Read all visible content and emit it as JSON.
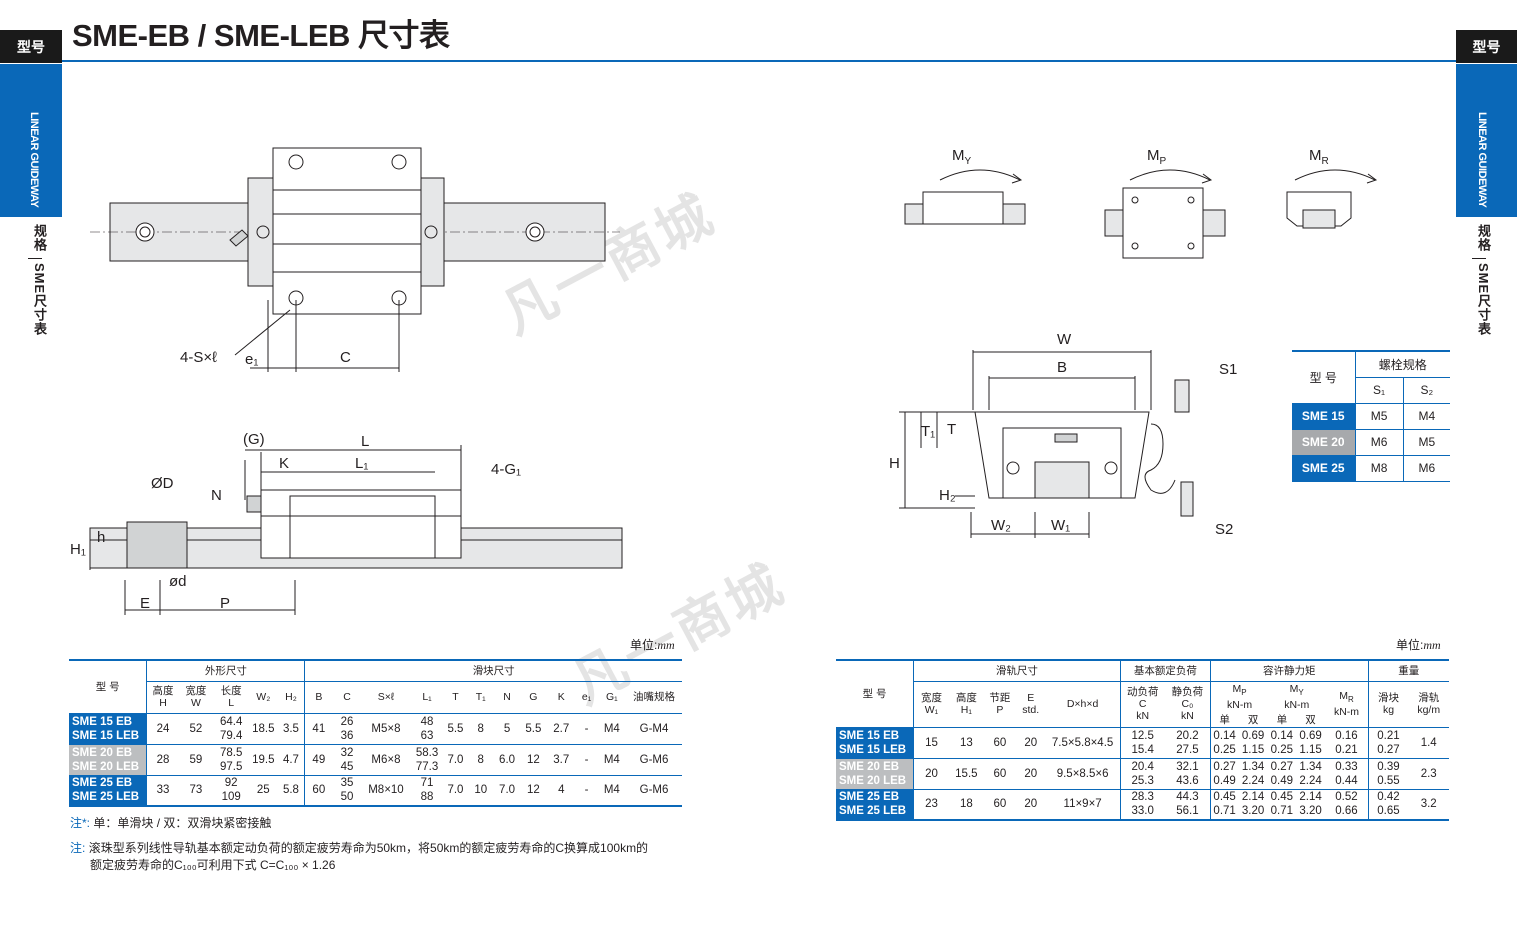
{
  "header": {
    "tab_left": "型号",
    "tab_right": "型号",
    "title": "SME-EB / SME-LEB 尺寸表"
  },
  "side": {
    "blue_text": "LINEAR GUIDEWAY",
    "cn_top": "规格",
    "cn_bottom": "SME尺寸表"
  },
  "watermark": "凡一商城",
  "drawing_labels": {
    "top_view": {
      "s_hole": "4-S×ℓ",
      "e1": "e₁",
      "c": "C"
    },
    "side_view": {
      "g": "(G)",
      "l": "L",
      "l1": "L₁",
      "k": "K",
      "g1": "4-G₁",
      "d_big": "ØD",
      "n": "N",
      "h_small": "h",
      "h1": "H₁",
      "d_small": "ød",
      "e": "E",
      "p": "P"
    },
    "moments": {
      "my": "M",
      "my_sub": "Y",
      "mp": "M",
      "mp_sub": "P",
      "mr": "M",
      "mr_sub": "R"
    },
    "front_view": {
      "w": "W",
      "b": "B",
      "s1": "S1",
      "s2": "S2",
      "t1": "T₁",
      "t": "T",
      "h": "H",
      "h2": "H₂",
      "w2": "W₂",
      "w1": "W₁"
    }
  },
  "bolt_table": {
    "model_header": "型 号",
    "spec_header": "螺栓规格",
    "s1": "S₁",
    "s2": "S₂",
    "rows": [
      {
        "model": "SME 15",
        "s1": "M5",
        "s2": "M4",
        "gray": false
      },
      {
        "model": "SME 20",
        "s1": "M6",
        "s2": "M5",
        "gray": true
      },
      {
        "model": "SME 25",
        "s1": "M8",
        "s2": "M6",
        "gray": false
      }
    ]
  },
  "unit_label": "单位:",
  "unit_value": "mm",
  "table_left": {
    "model_header": "型 号",
    "group_outer": "外形尺寸",
    "group_block": "滑块尺寸",
    "cols": [
      "高度",
      "H",
      "宽度",
      "W",
      "长度",
      "L",
      "W₂",
      "H₂",
      "B",
      "C",
      "S×ℓ",
      "L₁",
      "T",
      "T₁",
      "N",
      "G",
      "K",
      "e₁",
      "G₁",
      "油嘴规格"
    ],
    "rows": [
      {
        "m1": "SME 15 EB",
        "m2": "SME 15 LEB",
        "gray": false,
        "H": "24",
        "W": "52",
        "L1": "64.4",
        "L2": "79.4",
        "W2": "18.5",
        "H2": "3.5",
        "B": "41",
        "C1": "26",
        "C2": "36",
        "S": "M5×8",
        "La": "48",
        "Lb": "63",
        "T": "5.5",
        "T1": "8",
        "N": "5",
        "G": "5.5",
        "K": "2.7",
        "e1": "-",
        "G1": "M4",
        "oil": "G-M4"
      },
      {
        "m1": "SME 20 EB",
        "m2": "SME 20 LEB",
        "gray": true,
        "H": "28",
        "W": "59",
        "L1": "78.5",
        "L2": "97.5",
        "W2": "19.5",
        "H2": "4.7",
        "B": "49",
        "C1": "32",
        "C2": "45",
        "S": "M6×8",
        "La": "58.3",
        "Lb": "77.3",
        "T": "7.0",
        "T1": "8",
        "N": "6.0",
        "G": "12",
        "K": "3.7",
        "e1": "-",
        "G1": "M4",
        "oil": "G-M6"
      },
      {
        "m1": "SME 25 EB",
        "m2": "SME 25 LEB",
        "gray": false,
        "H": "33",
        "W": "73",
        "L1": "92",
        "L2": "109",
        "W2": "25",
        "H2": "5.8",
        "B": "60",
        "C1": "35",
        "C2": "50",
        "S": "M8×10",
        "La": "71",
        "Lb": "88",
        "T": "7.0",
        "T1": "10",
        "N": "7.0",
        "G": "12",
        "K": "4",
        "e1": "-",
        "G1": "M4",
        "oil": "G-M6"
      }
    ]
  },
  "table_right": {
    "model_header": "型 号",
    "group_rail": "滑轨尺寸",
    "group_load": "基本额定负荷",
    "group_moment": "容许静力矩",
    "group_weight": "重量",
    "cols": [
      "宽度",
      "W₁",
      "高度",
      "H₁",
      "节距",
      "P",
      "E",
      "std.",
      "D×h×d",
      "动负荷",
      "C",
      "kN",
      "静负荷",
      "C₀",
      "kN",
      "M",
      "P",
      "kN-m",
      "M",
      "Y",
      "kN-m",
      "M",
      "R",
      "kN-m",
      "滑块",
      "kg",
      "滑轨",
      "kg/m",
      "单",
      "双",
      "单",
      "双"
    ],
    "rows": [
      {
        "m1": "SME 15 EB",
        "m2": "SME 15 LEB",
        "gray": false,
        "W1": "15",
        "H1": "13",
        "P": "60",
        "E": "20",
        "D": "7.5×5.8×4.5",
        "Ca": "12.5",
        "Cb": "15.4",
        "C0a": "20.2",
        "C0b": "27.5",
        "mp_sa": "0.14",
        "mp_sb": "0.25",
        "mp_da": "0.69",
        "mp_db": "1.15",
        "my_sa": "0.14",
        "my_sb": "0.25",
        "my_da": "0.69",
        "my_db": "1.15",
        "mra": "0.16",
        "mrb": "0.21",
        "blka": "0.21",
        "blkb": "0.27",
        "rail": "1.4"
      },
      {
        "m1": "SME 20 EB",
        "m2": "SME 20 LEB",
        "gray": true,
        "W1": "20",
        "H1": "15.5",
        "P": "60",
        "E": "20",
        "D": "9.5×8.5×6",
        "Ca": "20.4",
        "Cb": "25.3",
        "C0a": "32.1",
        "C0b": "43.6",
        "mp_sa": "0.27",
        "mp_sb": "0.49",
        "mp_da": "1.34",
        "mp_db": "2.24",
        "my_sa": "0.27",
        "my_sb": "0.49",
        "my_da": "1.34",
        "my_db": "2.24",
        "mra": "0.33",
        "mrb": "0.44",
        "blka": "0.39",
        "blkb": "0.55",
        "rail": "2.3"
      },
      {
        "m1": "SME 25 EB",
        "m2": "SME 25 LEB",
        "gray": false,
        "W1": "23",
        "H1": "18",
        "P": "60",
        "E": "20",
        "D": "11×9×7",
        "Ca": "28.3",
        "Cb": "33.0",
        "C0a": "44.3",
        "C0b": "56.1",
        "mp_sa": "0.45",
        "mp_sb": "0.71",
        "mp_da": "2.14",
        "mp_db": "3.20",
        "my_sa": "0.45",
        "my_sb": "0.71",
        "my_da": "2.14",
        "my_db": "3.20",
        "mra": "0.52",
        "mrb": "0.66",
        "blka": "0.42",
        "blkb": "0.65",
        "rail": "3.2"
      }
    ]
  },
  "notes": {
    "n1_mark": "注*:",
    "n1_text": "单：单滑块 / 双：双滑块紧密接触",
    "n2_mark": "注:",
    "n2_line1": "滚珠型系列线性导轨基本额定动负荷的额定疲劳寿命为50km，将50km的额定疲劳寿命的C换算成100km的",
    "n2_line2": "额定疲劳寿命的C₁₀₀可利用下式 C=C₁₀₀ × 1.26"
  }
}
